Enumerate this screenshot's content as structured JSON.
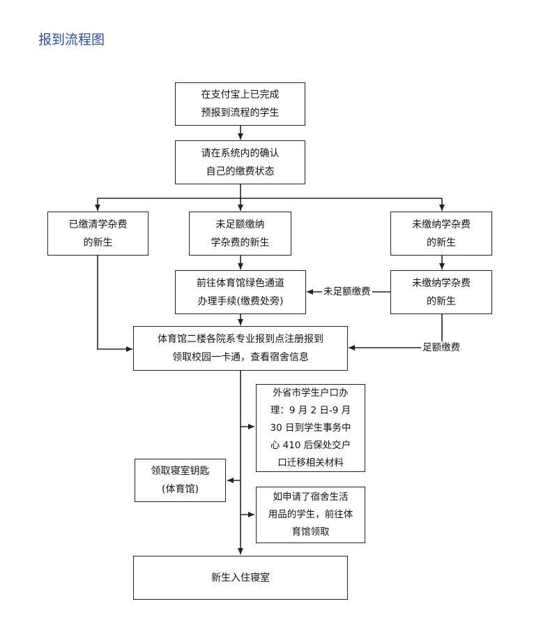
{
  "page": {
    "title": "报到流程图"
  },
  "nodes": {
    "alipay_done": {
      "line1": "在支付宝上已完成",
      "line2": "预报到流程的学生"
    },
    "confirm_status": {
      "line1": "请在系统内的确认",
      "line2": "自己的缴费状态"
    },
    "paid": {
      "line1": "已缴清学杂费",
      "line2": "的新生"
    },
    "partial": {
      "line1": "未足额缴纳",
      "line2": "学杂费的新生"
    },
    "unpaid": {
      "line1": "未缴纳学杂费",
      "line2": "的新生"
    },
    "green_channel": {
      "line1": "前往体育馆绿色通道",
      "line2": "办理手续(缴费处旁)"
    },
    "unpaid_2": {
      "line1": "未缴纳学杂费",
      "line2": "的新生"
    },
    "register": {
      "line1": "体育馆二楼各院系专业报到点注册报到",
      "line2": "领取校园一卡通，查看宿舍信息"
    },
    "hukou": {
      "line1": "外省市学生户口办",
      "line2": "理：9 月 2 日-9 月",
      "line3": "30 日到学生事务中",
      "line4": "心 410 后保处交户",
      "line5": "口迁移相关材料"
    },
    "key": {
      "line1": "领取寝室钥匙",
      "line2": "(体育馆)"
    },
    "supplies": {
      "line1": "如申请了宿舍生活",
      "line2": "用品的学生，前往体",
      "line3": "育馆领取"
    },
    "move_in": {
      "line1": "新生入住寝室"
    }
  },
  "edge_labels": {
    "insufficient_payment": "未足额缴费",
    "full_payment": "足额缴费"
  },
  "colors": {
    "title": "#2a4fa8",
    "line": "#222222"
  }
}
